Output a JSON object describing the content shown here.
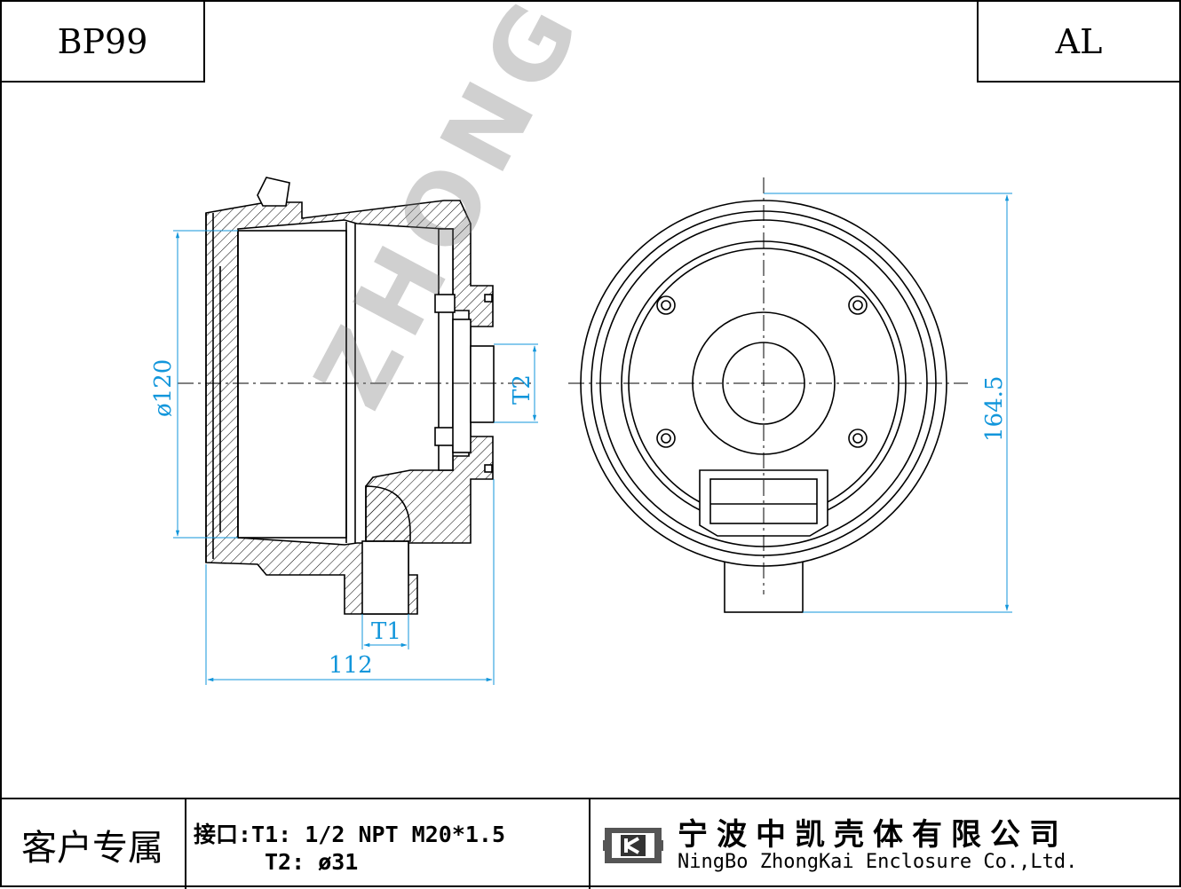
{
  "header": {
    "model": "BP99",
    "material": "AL"
  },
  "dimensions": {
    "dia120": "ø120",
    "t2": "T2",
    "t1": "T1",
    "d112": "112",
    "d164": "164.5"
  },
  "watermark": "ZHONG KAI",
  "footer": {
    "customer_label": "客户专属",
    "ports_line1": "接口:T1: 1/2 NPT M20*1.5",
    "ports_line2": "T2: ø31",
    "company_cn": "宁波中凯壳体有限公司",
    "company_en": "NingBo ZhongKai Enclosure Co.,Ltd."
  },
  "colors": {
    "dimension": "#1296db",
    "line": "#000000",
    "watermark": "#787878"
  }
}
